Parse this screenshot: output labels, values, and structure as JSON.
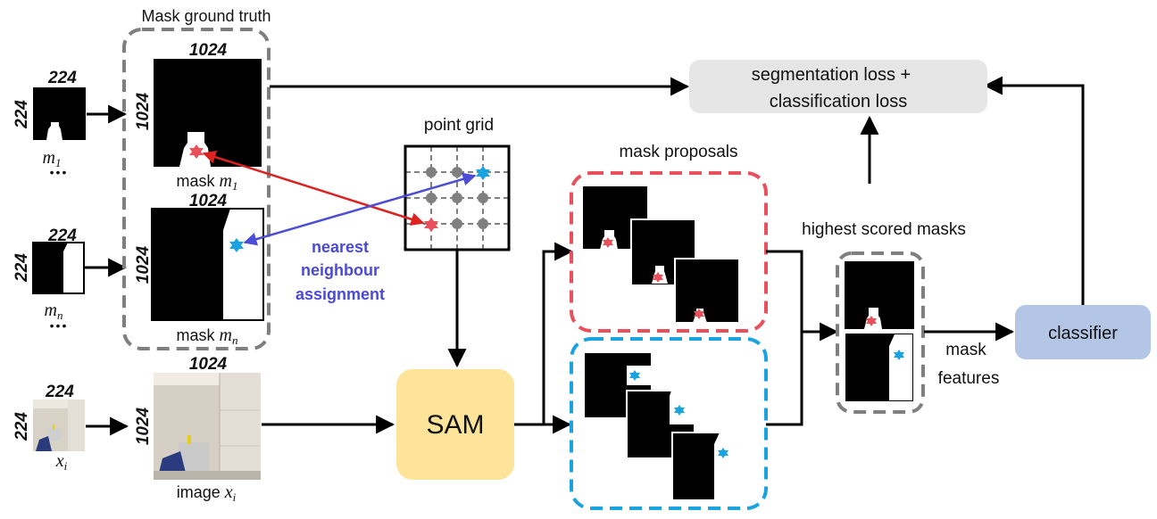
{
  "sizes": {
    "small": "224",
    "large": "1024"
  },
  "labels": {
    "mask_ground_truth": "Mask ground truth",
    "m1": "m",
    "m1_sub": "1",
    "mn": "m",
    "mn_sub": "n",
    "xi": "x",
    "xi_sub": "i",
    "mask_m1_prefix": "mask ",
    "mask_mn_prefix": "mask ",
    "image_xi_prefix": "image ",
    "dots": "•••",
    "point_grid": "point grid",
    "nearest_line1": "nearest",
    "nearest_line2": "neighbour",
    "nearest_line3": "assignment",
    "sam": "SAM",
    "mask_proposals": "mask proposals",
    "highest_scored": "highest scored masks",
    "loss_line1": "segmentation loss +",
    "loss_line2": "classification loss",
    "mask_features_line1": "mask",
    "mask_features_line2": "features",
    "classifier": "classifier"
  },
  "colors": {
    "red_marker": "#e8505b",
    "blue_marker": "#1ba3e0",
    "red_dashed": "#e8505b",
    "blue_dashed": "#1ba3e0",
    "grey_dashed": "#7f7f7f",
    "sam_fill": "#fde49a",
    "loss_fill": "#e6e6e6",
    "classifier_fill": "#b3c6e6",
    "nearest_text": "#4a4ad8",
    "red_arrow": "#dd2222",
    "blue_arrow": "#4d4dd6"
  }
}
